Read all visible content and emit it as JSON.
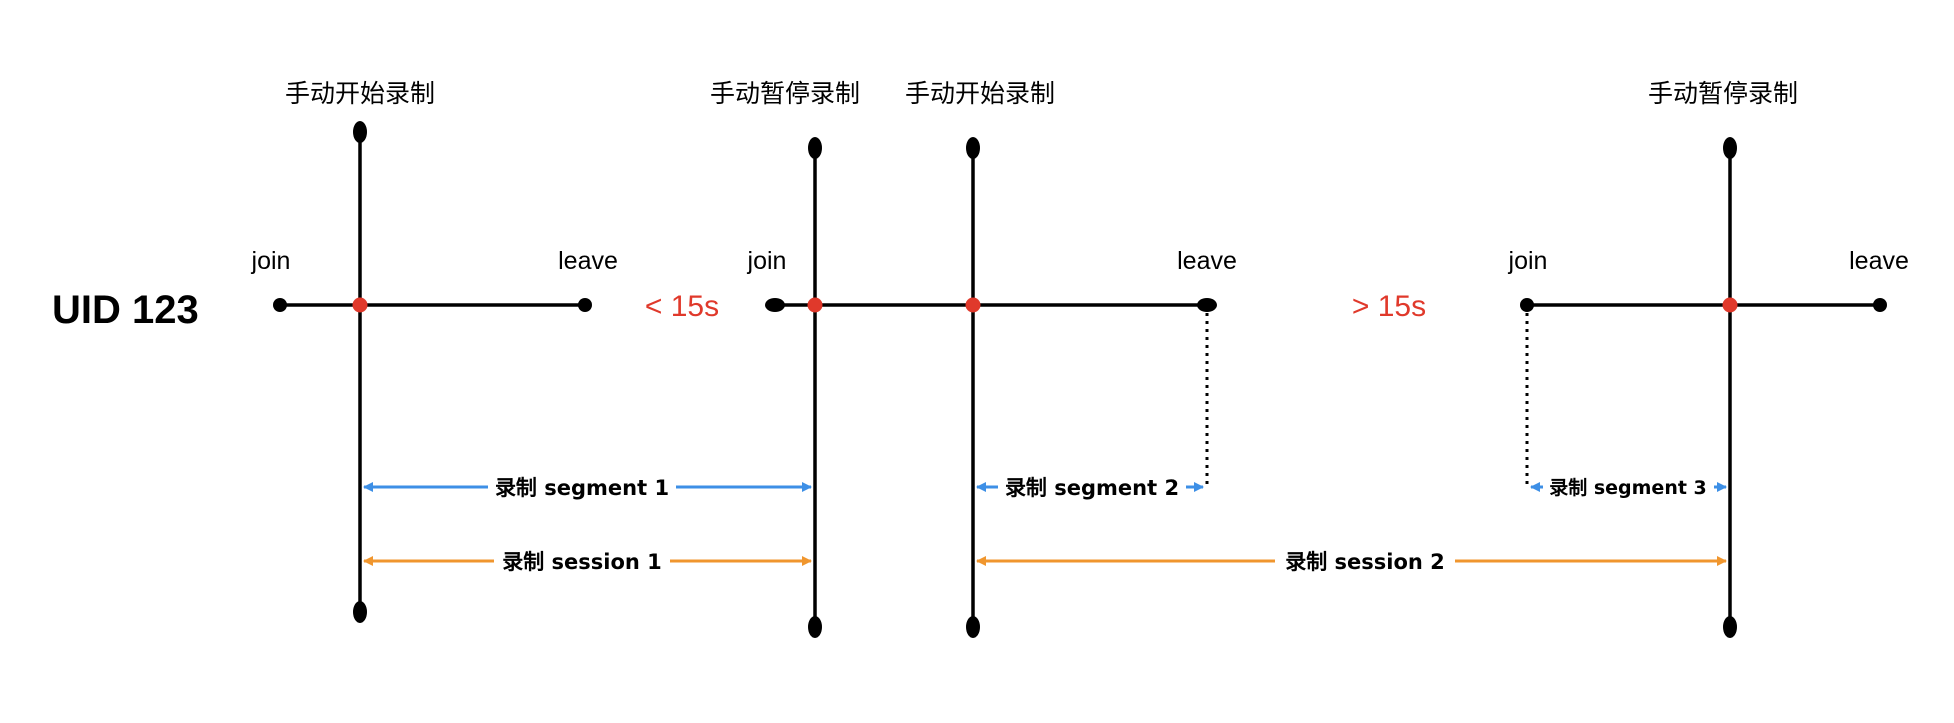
{
  "uid_label": "UID 123",
  "events": {
    "start_1": "手动开始录制",
    "pause_1": "手动暂停录制",
    "start_2": "手动开始录制",
    "pause_2": "手动暂停录制"
  },
  "endpoints": {
    "join_1": "join",
    "leave_1": "leave",
    "join_2": "join",
    "leave_2": "leave",
    "join_3": "join",
    "leave_3": "leave"
  },
  "gaps": {
    "gap_1": "< 15s",
    "gap_2": "> 15s"
  },
  "segments": {
    "segment_1": "录制 segment 1",
    "segment_2": "录制 segment 2",
    "segment_3": "录制 segment 3"
  },
  "sessions": {
    "session_1": "录制 session 1",
    "session_2": "录制 session 2"
  },
  "colors": {
    "line": "#000000",
    "event_dot": "#e0392b",
    "gap_text": "#e0392b",
    "segment_arrow": "#3d8fe6",
    "session_arrow": "#f0962e"
  }
}
